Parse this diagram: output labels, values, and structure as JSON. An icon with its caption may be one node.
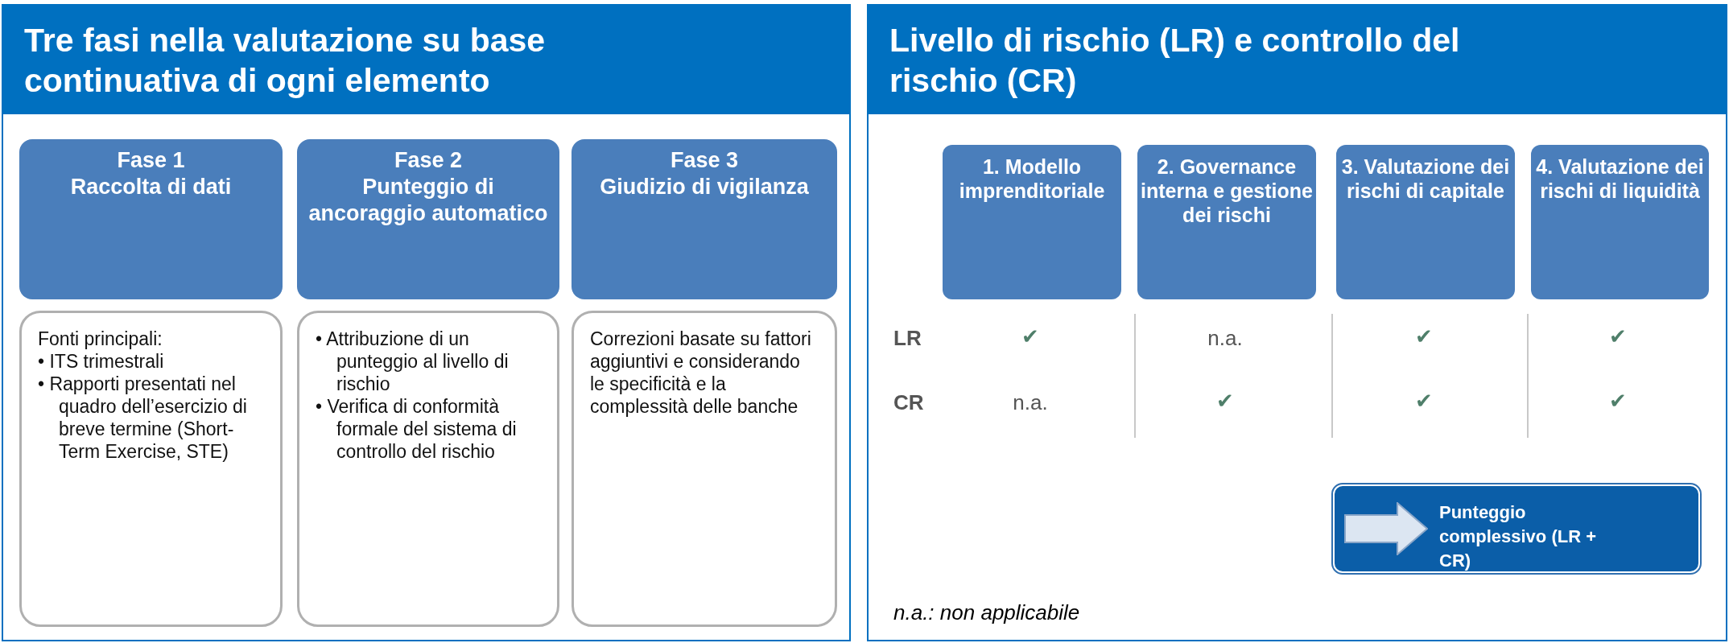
{
  "diagram": {
    "nodes": [
      {
        "text": [
          "Tre fasi nella valutazione su base continuativa di ogni elemento"
        ]
      },
      {
        "text": [
          "Fase 1",
          "Raccolta di dati"
        ],
        "in": 0
      },
      {
        "text": [
          "Fase 2",
          "Punteggio di ancoraggio automatico"
        ],
        "in": 0
      },
      {
        "text": [
          "Fase 3",
          "Giudizio di vigilanza"
        ],
        "in": 0
      },
      {
        "text": [
          "Fonti principali:",
          "• ITS trimestrali",
          "• Rapporti presentati nel quadro dell’esercizio di breve termine (Short-Term Exercise, STE)"
        ],
        "in": 0
      },
      {
        "text": [
          "• Attribuzione di un punteggio al livello di rischio",
          "• Verifica di conformità formale del sistema di controllo del rischio"
        ],
        "in": 0
      },
      {
        "text": [
          "Correzioni basate su fattori aggiuntivi e considerando le specificità e la complessità delle banche"
        ],
        "in": 0
      },
      {
        "text": [
          "Livello di rischio (LR) e controllo del rischio (CR)"
        ]
      },
      {
        "text": [
          "1. Modello imprenditoriale"
        ],
        "in": 7
      },
      {
        "text": [
          "2. Governance interna e gestione dei rischi"
        ],
        "in": 7
      },
      {
        "text": [
          "3. Valutazione dei rischi di capitale"
        ],
        "in": 7
      },
      {
        "text": [
          "4. Valutazione dei rischi di liquidità"
        ],
        "in": 7
      },
      {
        "text": [
          "Punteggio complessivo (LR + CR)"
        ],
        "in": 7
      }
    ],
    "labels": [
      "LR",
      "✔",
      "n.a.",
      "✔",
      "✔",
      "CR",
      "n.a.",
      "✔",
      "✔",
      "✔",
      "n.a.: non applicabile"
    ]
  }
}
